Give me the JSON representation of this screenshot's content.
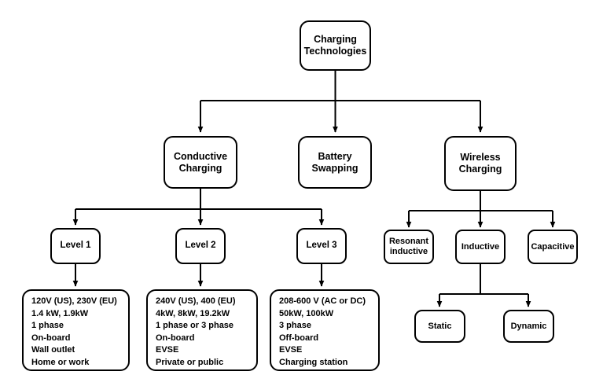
{
  "diagram": {
    "title_node": "Charging Technologies",
    "root": {
      "label_line1": "Charging",
      "label_line2": "Technologies"
    },
    "level2": [
      {
        "id": "conductive",
        "label_line1": "Conductive",
        "label_line2": "Charging"
      },
      {
        "id": "battery-swapping",
        "label_line1": "Battery",
        "label_line2": "Swapping"
      },
      {
        "id": "wireless",
        "label_line1": "Wireless",
        "label_line2": "Charging"
      }
    ],
    "conductive_levels": [
      {
        "id": "level-1",
        "label": "Level 1"
      },
      {
        "id": "level-2",
        "label": "Level 2"
      },
      {
        "id": "level-3",
        "label": "Level 3"
      }
    ],
    "wireless_types": [
      {
        "id": "resonant-inductive",
        "label_line1": "Resonant",
        "label_line2": "inductive"
      },
      {
        "id": "inductive",
        "label_line1": "Inductive",
        "label_line2": ""
      },
      {
        "id": "capacitive",
        "label_line1": "Capacitive",
        "label_line2": ""
      }
    ],
    "inductive_modes": [
      {
        "id": "static",
        "label": "Static"
      },
      {
        "id": "dynamic",
        "label": "Dynamic"
      }
    ],
    "level_details": [
      {
        "id": "level-1-details",
        "lines": [
          "120V (US), 230V (EU)",
          "1.4 kW, 1.9kW",
          "1 phase",
          "On-board",
          "Wall outlet",
          "Home or work"
        ]
      },
      {
        "id": "level-2-details",
        "lines": [
          "240V (US), 400 (EU)",
          "4kW, 8kW, 19.2kW",
          "1 phase or 3 phase",
          "On-board",
          "EVSE",
          "Private or public"
        ]
      },
      {
        "id": "level-3-details",
        "lines": [
          "208-600 V (AC or DC)",
          "50kW, 100kW",
          "3 phase",
          "Off-board",
          "EVSE",
          "Charging station"
        ]
      }
    ],
    "style": {
      "stroke_color": "#000000",
      "text_color": "#000000",
      "background": "#ffffff"
    }
  }
}
